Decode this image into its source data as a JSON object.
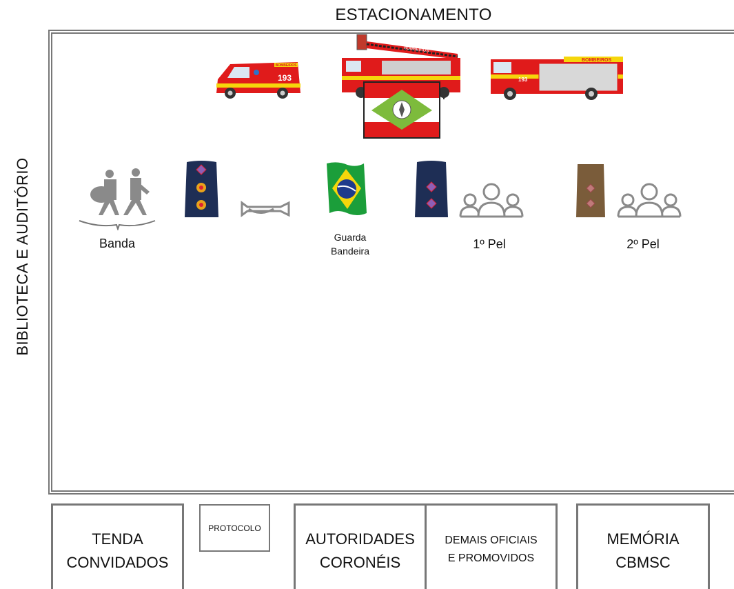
{
  "labels": {
    "top": "ESTACIONAMENTO",
    "left": "BIBLIOTECA E AUDITÓRIO"
  },
  "vehicles": {
    "ambulance_text": "193",
    "ambulance_brand": "BOMBEIROS",
    "ladder_brand": "BOMBEIROS",
    "truck_brand": "BOMBEIROS",
    "truck_text": "193"
  },
  "groups": {
    "banda": "Banda",
    "guarda_line1": "Guarda",
    "guarda_line2": "Bandeira",
    "pel1": "1º Pel",
    "pel2": "2º Pel"
  },
  "bottom": {
    "tenda_line1": "TENDA",
    "tenda_line2": "CONVIDADOS",
    "protocolo": "PROTOCOLO",
    "autoridades_line1": "AUTORIDADES",
    "autoridades_line2": "CORONÉIS",
    "demais_line1": "DEMAIS OFICIAIS",
    "demais_line2": "E PROMOVIDOS",
    "memoria_line1": "MEMÓRIA",
    "memoria_line2": "CBMSC"
  },
  "colors": {
    "border": "#777777",
    "fire_red": "#e01b1b",
    "fire_yellow": "#f5d60b",
    "epaulet_navy": "#1e2e55",
    "epaulet_brown": "#7a5c3a",
    "icon_gray": "#8a8a8a",
    "flag_green": "#1b9e3a"
  }
}
